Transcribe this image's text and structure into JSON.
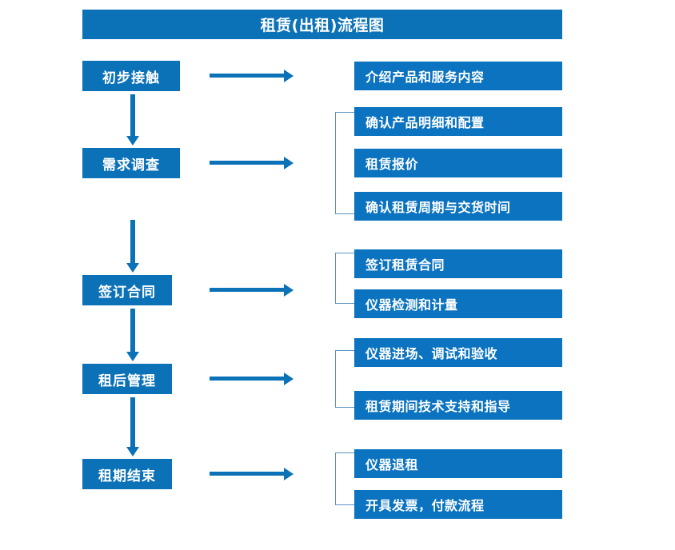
{
  "diagram": {
    "title": "租赁(出租)流程图",
    "colors": {
      "box_blue": "#0c72b8",
      "detail_blue": "#0b73c0",
      "arrow_blue": "#0c72b8",
      "bracket_blue": "#5b93c4",
      "text_white": "#ffffff",
      "background": "#ffffff"
    },
    "stages": [
      {
        "label": "初步接触"
      },
      {
        "label": "需求调查"
      },
      {
        "label": "签订合同"
      },
      {
        "label": "租后管理"
      },
      {
        "label": "租期结束"
      }
    ],
    "groups": [
      {
        "stage": "初步接触",
        "bracketed": false,
        "details": [
          {
            "label": "介绍产品和服务内容"
          }
        ]
      },
      {
        "stage": "需求调查",
        "bracketed": true,
        "details": [
          {
            "label": "确认产品明细和配置"
          },
          {
            "label": "租赁报价"
          },
          {
            "label": "确认租赁周期与交货时间"
          }
        ]
      },
      {
        "stage": "签订合同",
        "bracketed": true,
        "details": [
          {
            "label": "签订租赁合同"
          },
          {
            "label": "仪器检测和计量"
          }
        ]
      },
      {
        "stage": "租后管理",
        "bracketed": true,
        "details": [
          {
            "label": "仪器进场、调试和验收"
          },
          {
            "label": "租赁期间技术支持和指导"
          }
        ]
      },
      {
        "stage": "租期结束",
        "bracketed": true,
        "details": [
          {
            "label": "仪器退租"
          },
          {
            "label": "开具发票，付款流程"
          }
        ]
      }
    ],
    "connectors": {
      "horizontal_arrow_count": 5,
      "vertical_arrow_count": 4,
      "arrow_direction_horizontal": "right",
      "arrow_direction_vertical": "down"
    }
  }
}
